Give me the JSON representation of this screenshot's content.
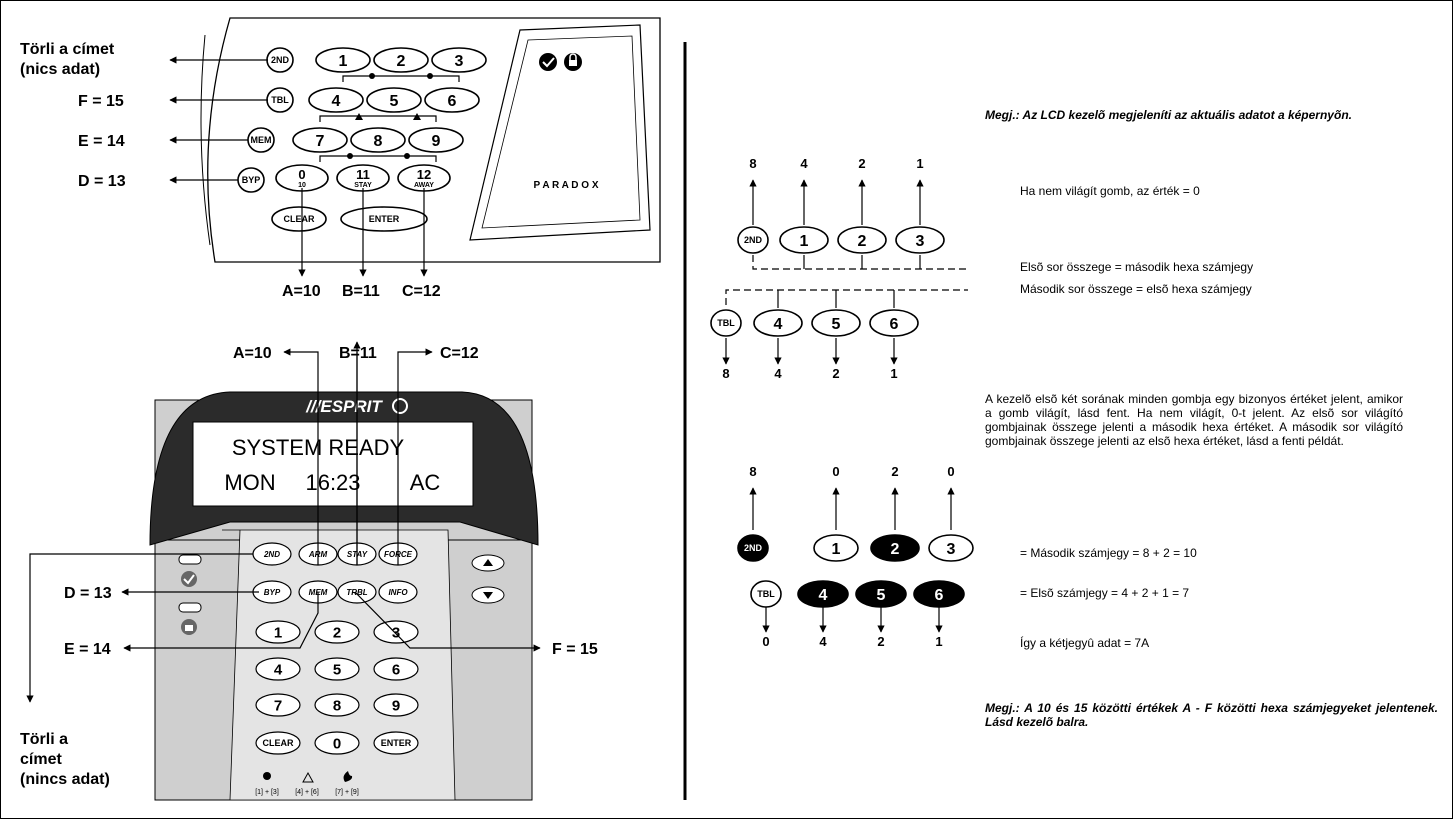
{
  "top_keypad": {
    "left_labels": [
      "Törli a címet",
      "(nics adat)",
      "F = 15",
      "E = 14",
      "D = 13"
    ],
    "keys_row1": [
      "2ND",
      "1",
      "2",
      "3"
    ],
    "keys_row2": [
      "TBL",
      "4",
      "5",
      "6"
    ],
    "keys_row3": [
      "MEM",
      "7",
      "8",
      "9"
    ],
    "keys_row4": [
      "BYP",
      "0",
      "11",
      "12"
    ],
    "sub_labels": [
      "10",
      "STAY",
      "AWAY"
    ],
    "keys_row5": [
      "CLEAR",
      "ENTER"
    ],
    "brand": "P A R A D O X",
    "bottom_labels": [
      "A=10",
      "B=11",
      "C=12"
    ]
  },
  "esprit_keypad": {
    "top_labels": [
      "A=10",
      "B=11",
      "C=12"
    ],
    "logo": "///ESPRIT",
    "screen_line1": "SYSTEM READY",
    "screen_line2_day": "MON",
    "screen_line2_time": "16:23",
    "screen_line2_ac": "AC",
    "func_row1": [
      "2ND",
      "ARM",
      "STAY",
      "FORCE"
    ],
    "func_row2": [
      "BYP",
      "MEM",
      "TRBL",
      "INFO"
    ],
    "num_rows": [
      [
        "1",
        "2",
        "3"
      ],
      [
        "4",
        "5",
        "6"
      ],
      [
        "7",
        "8",
        "9"
      ],
      [
        "CLEAR",
        "0",
        "ENTER"
      ]
    ],
    "left_labels": [
      "D = 13",
      "E = 14"
    ],
    "right_label": "F = 15",
    "clear_label": [
      "Törli a",
      "címet",
      "(nincs adat)"
    ],
    "legend": [
      "[1] + [3]",
      "[4] + [6]",
      "[7] + [9]"
    ]
  },
  "right_panel": {
    "note1": "Megj.: Az LCD kezelõ megjeleníti az aktuális adatot a képernyõn.",
    "diagram1_top_values": [
      "8",
      "4",
      "2",
      "1"
    ],
    "diagram1_keys_row1": [
      "2ND",
      "1",
      "2",
      "3"
    ],
    "diagram1_keys_row2": [
      "TBL",
      "4",
      "5",
      "6"
    ],
    "diagram1_bottom_values": [
      "8",
      "4",
      "2",
      "1"
    ],
    "text_unlit": "Ha nem világít gomb, az érték = 0",
    "text_row1": "Elsõ sor összege = második hexa számjegy",
    "text_row2": "Második sor összege = elsõ hexa számjegy",
    "paragraph": "A kezelõ elsõ két sorának minden gombja egy bizonyos értéket jelent, amikor a gomb világít, lásd fent. Ha nem világít, 0-t jelent. Az elsõ sor világító gombjainak összege jelenti a második hexa értéket. A második sor világító gombjainak összege jelenti az elsõ hexa értéket, lásd a fenti példát.",
    "diagram2_top_values": [
      "8",
      "0",
      "2",
      "0"
    ],
    "diagram2_keys_row1": [
      "2ND",
      "1",
      "2",
      "3"
    ],
    "diagram2_keys_row2": [
      "TBL",
      "4",
      "5",
      "6"
    ],
    "diagram2_bottom_values": [
      "0",
      "4",
      "2",
      "1"
    ],
    "eq1": "= Második számjegy = 8 + 2 = 10",
    "eq2": "= Elsõ számjegy = 4 + 2 + 1 = 7",
    "result": "Így a kétjegyû adat = 7A",
    "note2": "Megj.: A 10 és 15 közötti értékek A - F közötti hexa számjegyeket jelentenek. Lásd kezelõ balra."
  }
}
